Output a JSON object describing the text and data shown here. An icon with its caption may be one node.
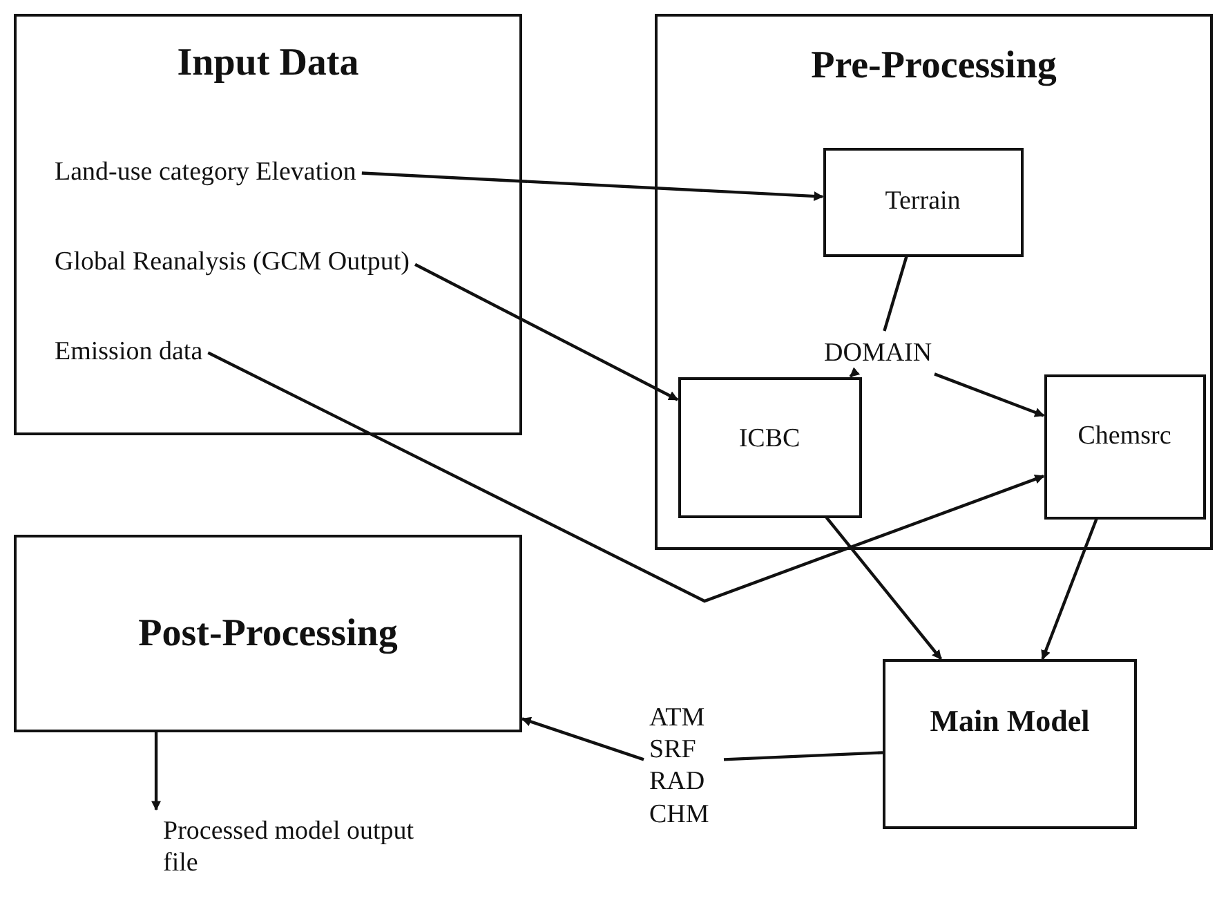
{
  "diagram": {
    "nodes": [
      {
        "text": [
          "Input Data"
        ]
      },
      {
        "text": [
          "Land-use category Elevation"
        ],
        "in": 0
      },
      {
        "text": [
          "Global Reanalysis (GCM Output)"
        ],
        "in": 0
      },
      {
        "text": [
          "Emission data"
        ],
        "in": 0
      },
      {
        "text": [
          "Pre-Processing"
        ]
      },
      {
        "text": [
          "Terrain"
        ],
        "in": 4
      },
      {
        "text": [
          "DOMAIN"
        ],
        "in": 4
      },
      {
        "text": [
          "ICBC"
        ],
        "in": 4
      },
      {
        "text": [
          "Chemsrc"
        ],
        "in": 4
      },
      {
        "text": [
          "Post-Processing"
        ]
      },
      {
        "text": [
          "Main Model"
        ]
      },
      {
        "text": [
          "ATM SRF RAD CHM"
        ]
      },
      {
        "text": [
          "Processed model output file"
        ]
      }
    ],
    "edges": [
      {
        "from": 1,
        "to": 5,
        "arrow": "to"
      },
      {
        "from": 2,
        "to": 7,
        "arrow": "to"
      },
      {
        "from": 3,
        "to": 8,
        "arrow": "to"
      },
      {
        "from": 5,
        "to": 6,
        "arrow": "none"
      },
      {
        "from": 6,
        "to": 7,
        "arrow": "to"
      },
      {
        "from": 6,
        "to": 8,
        "arrow": "to"
      },
      {
        "from": 7,
        "to": 10,
        "arrow": "to"
      },
      {
        "from": 8,
        "to": 10,
        "arrow": "to"
      },
      {
        "from": 10,
        "to": 11,
        "arrow": "none"
      },
      {
        "from": 11,
        "to": 9,
        "arrow": "to"
      },
      {
        "from": 9,
        "to": 12,
        "arrow": "to"
      }
    ]
  }
}
